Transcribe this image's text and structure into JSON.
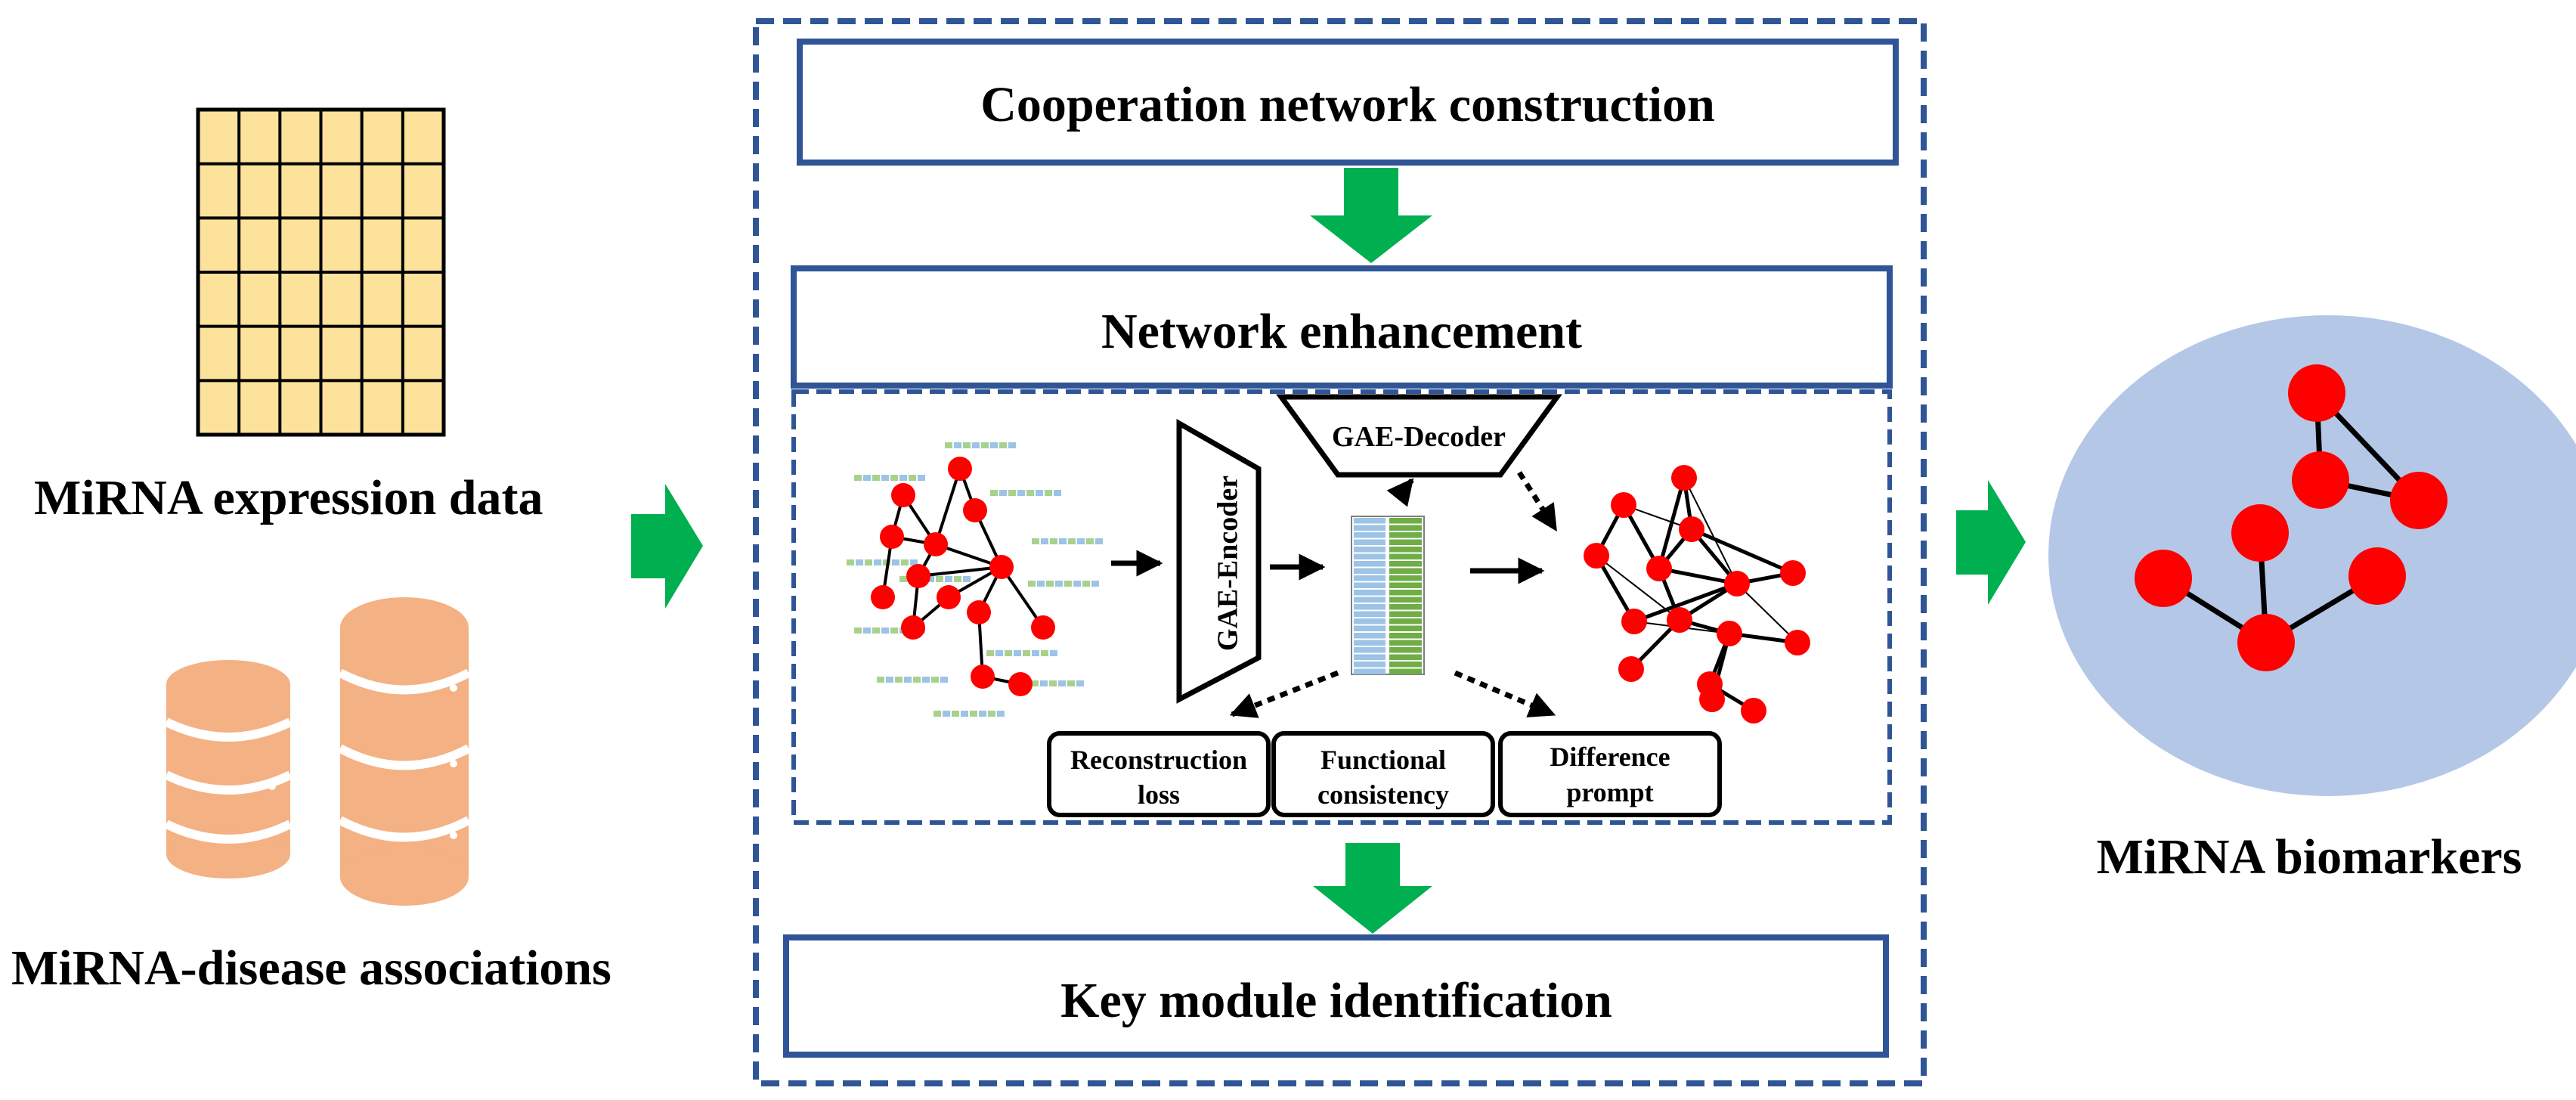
{
  "left": {
    "expression_label": "MiRNA expression data",
    "association_label": "MiRNA-disease associations",
    "matrix": {
      "rows": 6,
      "cols": 6,
      "fill": "#FDE29C",
      "line": "#000000"
    },
    "database_color": "#F4B183"
  },
  "center": {
    "step1": "Cooperation network construction",
    "step2": "Network enhancement",
    "step3": "Key module identification",
    "encoder": "GAE-Encoder",
    "decoder": "GAE-Decoder",
    "losses": {
      "reconstruction_line1": "Reconstruction",
      "reconstruction_line2": "loss",
      "functional_line1": "Functional",
      "functional_line2": "consistency",
      "difference_line1": "Difference",
      "difference_line2": "prompt"
    }
  },
  "right": {
    "label": "MiRNA biomarkers",
    "ellipse_color": "#B4C7E7"
  },
  "colors": {
    "frame_blue": "#2F5597",
    "arrow_green": "#00B050",
    "node_red": "#FF0000"
  }
}
